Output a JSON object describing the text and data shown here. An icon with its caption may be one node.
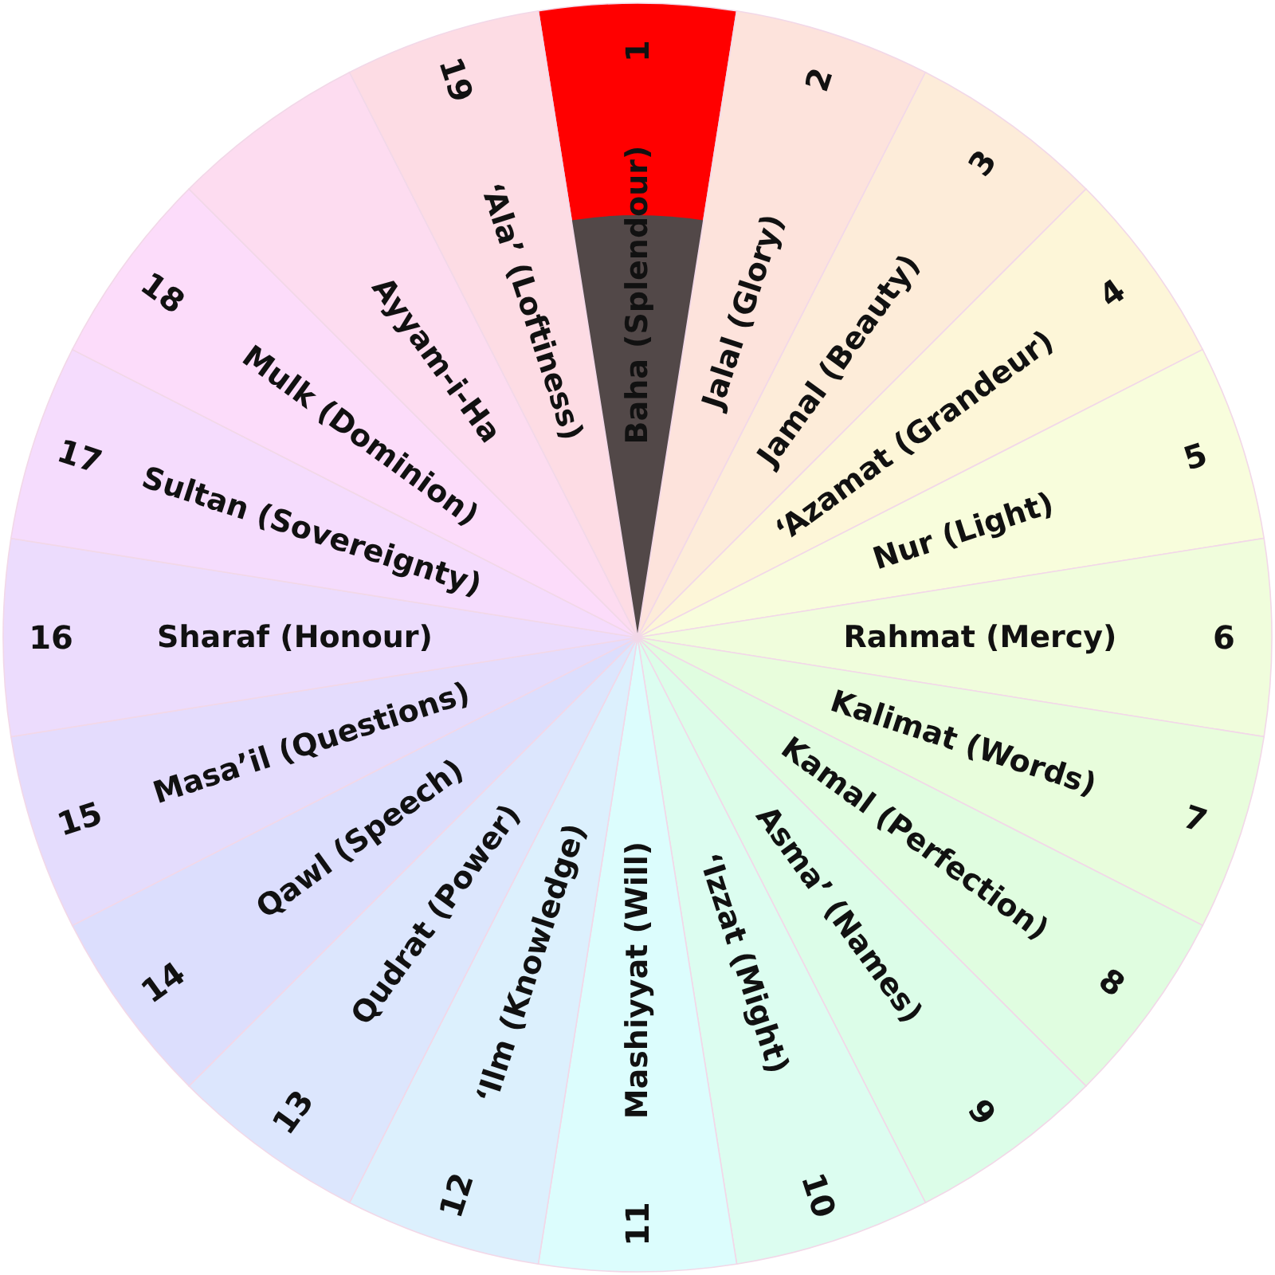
{
  "diagram": {
    "nodes": [
      {
        "text": [
          "Baha (Splendour)",
          "1"
        ]
      },
      {
        "text": [
          "Jalal (Glory)",
          "2"
        ]
      },
      {
        "text": [
          "Jamal (Beauty)",
          "3"
        ]
      },
      {
        "text": [
          "‘Azamat (Grandeur)",
          "4"
        ]
      },
      {
        "text": [
          "Nur (Light)",
          "5"
        ]
      },
      {
        "text": [
          "Rahmat (Mercy)",
          "6"
        ]
      },
      {
        "text": [
          "Kalimat (Words)",
          "7"
        ]
      },
      {
        "text": [
          "Kamal (Perfection)",
          "8"
        ]
      },
      {
        "text": [
          "Asma’ (Names)",
          "9"
        ]
      },
      {
        "text": [
          "‘Izzat (Might)",
          "10"
        ]
      },
      {
        "text": [
          "11",
          "Mashiyyat (Will)"
        ]
      },
      {
        "text": [
          "12",
          "‘Ilm (Knowledge)"
        ]
      },
      {
        "text": [
          "13",
          "Qudrat (Power)"
        ]
      },
      {
        "text": [
          "14",
          "Qawl (Speech)"
        ]
      },
      {
        "text": [
          "15",
          "Masa’il (Questions)"
        ]
      },
      {
        "text": [
          "16",
          "Sharaf (Honour)"
        ]
      },
      {
        "text": [
          "17",
          "Sultan (Sovereignty)"
        ]
      },
      {
        "text": [
          "18",
          "Mulk (Dominion)"
        ]
      },
      {
        "text": [
          "Ayyam-i-Ha"
        ]
      },
      {
        "text": [
          "19",
          "‘Ala’ (Loftiness)"
        ]
      }
    ]
  }
}
